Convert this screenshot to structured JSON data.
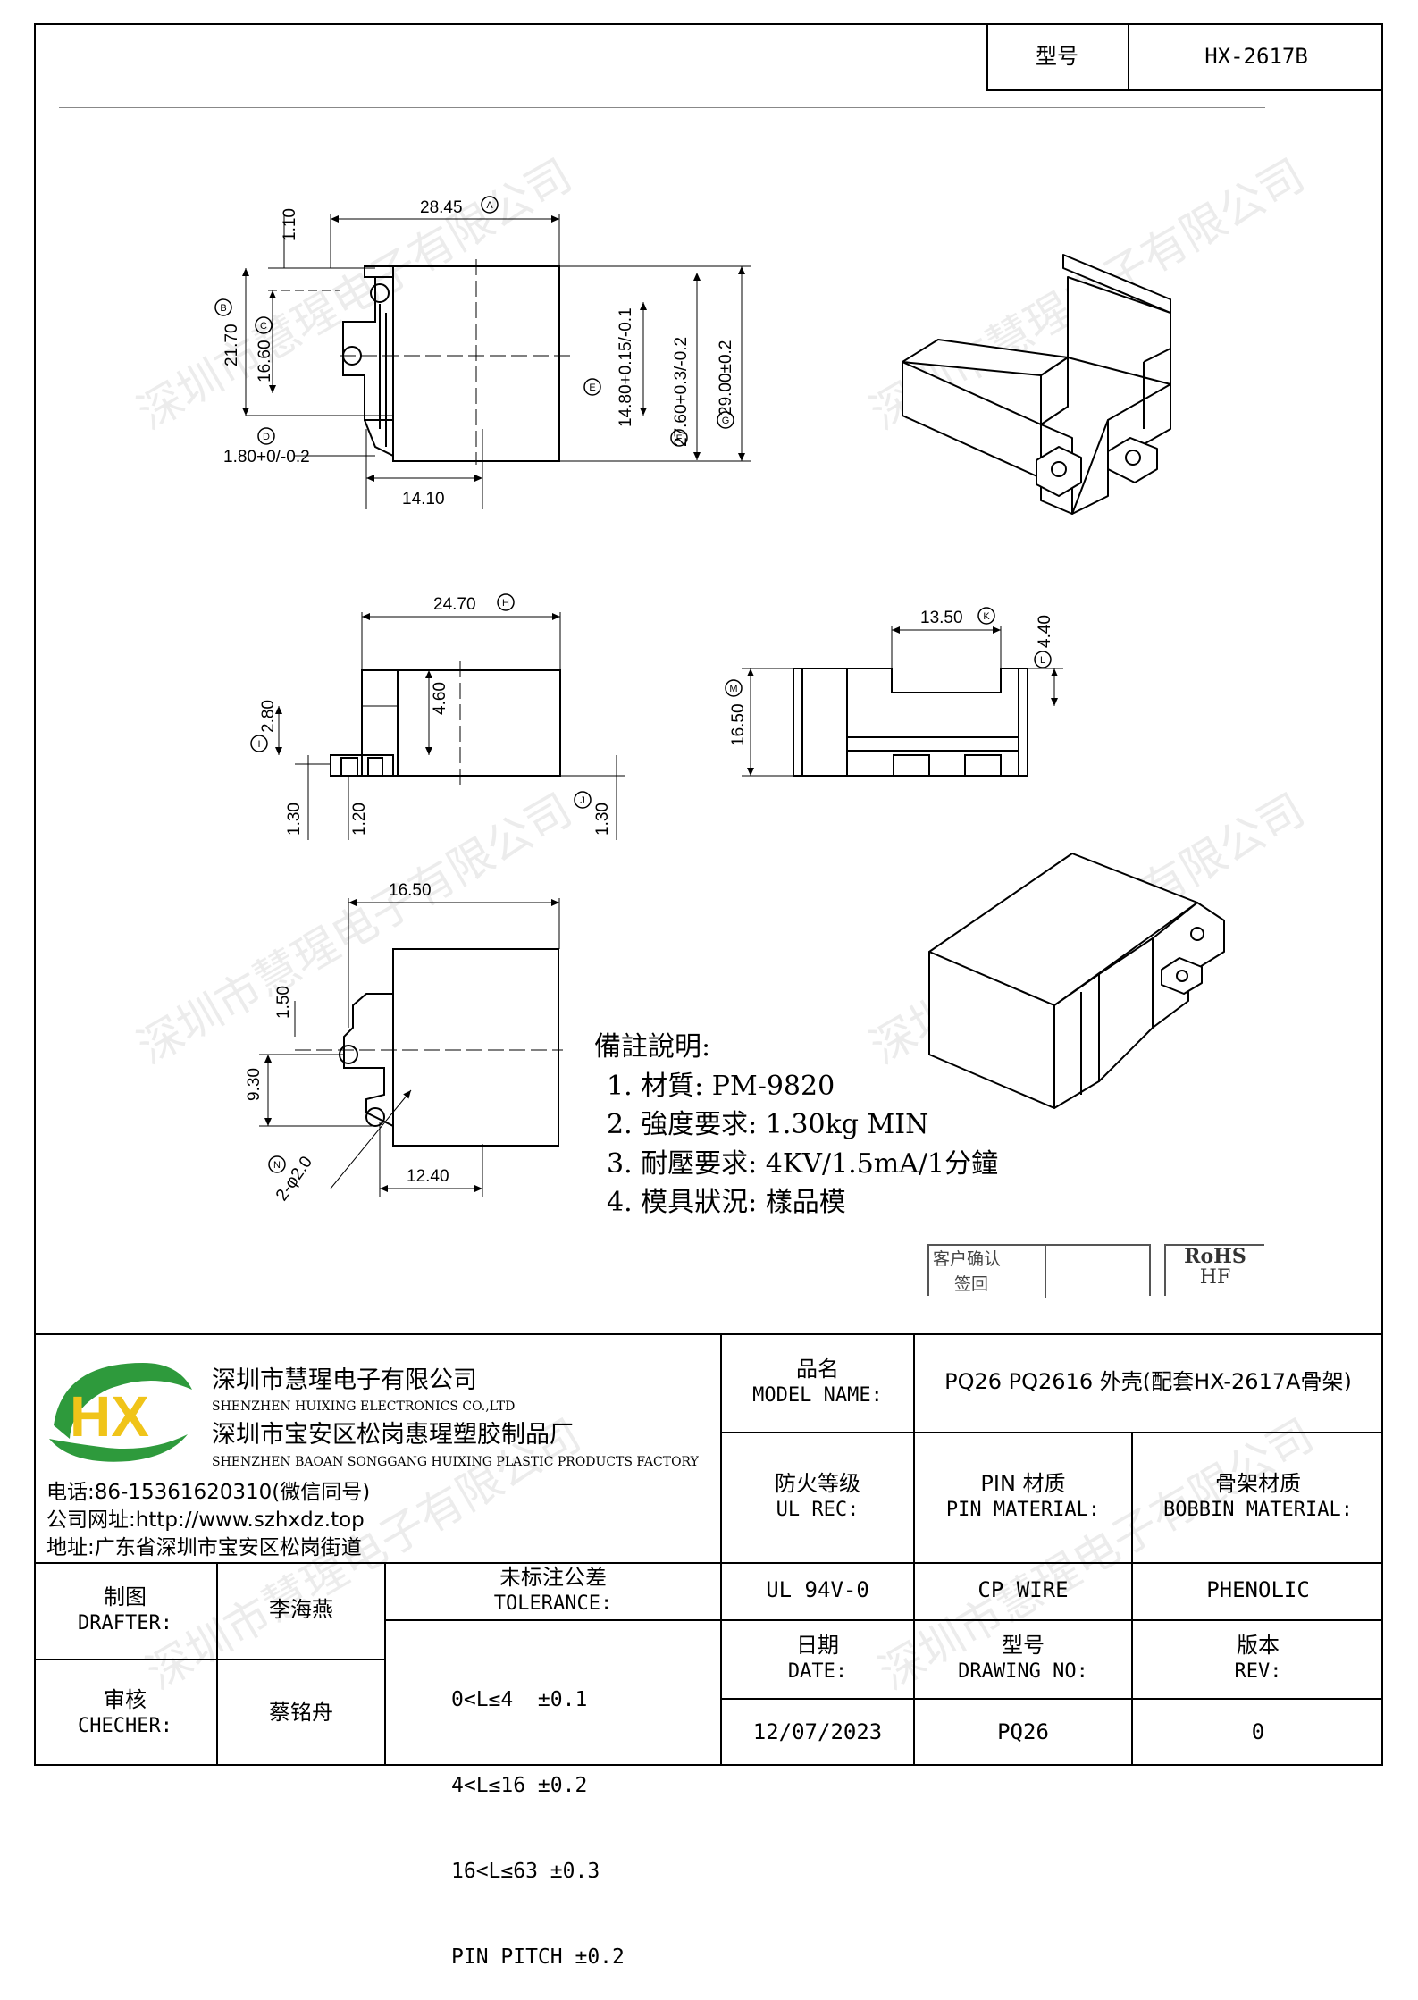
{
  "header": {
    "model_label": "型号",
    "model_value": "HX-2617B"
  },
  "drawing": {
    "dims": {
      "d1": "28.45",
      "d2": "1.10",
      "d3": "21.70",
      "d4": "16.60",
      "d5": "14.80+0.15/-0.1",
      "d6": "27.60+0.3/-0.2",
      "d7": "29.00±0.2",
      "d8": "1.80+0/-0.2",
      "d9": "14.10",
      "d10": "24.70",
      "d11": "2.80",
      "d12": "4.60",
      "d13": "1.30",
      "d14": "1.20",
      "d15": "1.30",
      "d16": "13.50",
      "d17": "4.40",
      "d18": "16.50",
      "d19": "16.50",
      "d20": "1.50",
      "d21": "9.30",
      "d22": "2-φ2.0",
      "d23": "12.40"
    },
    "circled": {
      "a": "A",
      "b": "B",
      "c": "C",
      "d": "D",
      "e": "E",
      "f": "F",
      "g": "G",
      "h": "H",
      "i": "I",
      "j": "J",
      "k": "K",
      "l": "L",
      "m": "M",
      "n": "N"
    }
  },
  "notes": {
    "title": "備註說明:",
    "items": [
      "1. 材質: PM-9820",
      "2. 強度要求: 1.30kg MIN",
      "3. 耐壓要求: 4KV/1.5mA/1分鐘",
      "4. 模具狀況: 樣品模"
    ]
  },
  "stamps": {
    "customer_line1": "客户确认",
    "customer_line2": "签回",
    "rohs_line1": "RoHS",
    "rohs_line2": "HF"
  },
  "watermark": "深圳市慧瑆电子有限公司",
  "company": {
    "logo_letters": "HX",
    "name_cn": "深圳市慧瑆电子有限公司",
    "name_en": "SHENZHEN HUIXING ELECTRONICS CO.,LTD",
    "factory_cn": "深圳市宝安区松岗惠瑆塑胶制品厂",
    "factory_en": "SHENZHEN BAOAN SONGGANG HUIXING PLASTIC PRODUCTS FACTORY",
    "phone": "电话:86-15361620310(微信同号)",
    "website": "公司网址:http://www.szhxdz.top",
    "address": "地址:广东省深圳市宝安区松岗街道"
  },
  "titleblock": {
    "model_name_label_cn": "品名",
    "model_name_label_en": "MODEL NAME:",
    "model_name_value": "PQ26 PQ2616 外壳(配套HX-2617A骨架)",
    "ul_label_cn": "防火等级",
    "ul_label_en": "UL REC:",
    "pin_label_cn": "PIN 材质",
    "pin_label_en": "PIN MATERIAL:",
    "bobbin_label_cn": "骨架材质",
    "bobbin_label_en": "BOBBIN MATERIAL:",
    "ul_value": "UL 94V-0",
    "pin_value": "CP WIRE",
    "bobbin_value": "PHENOLIC",
    "drafter_label_cn": "制图",
    "drafter_label_en": "DRAFTER:",
    "drafter_value": "李海燕",
    "checker_label_cn": "审核",
    "checker_label_en": "CHECHER:",
    "checker_value": "蔡铭舟",
    "tolerance_label_cn": "未标注公差",
    "tolerance_label_en": "TOLERANCE:",
    "tolerance_lines": [
      "0<L≤4  ±0.1",
      "4<L≤16 ±0.2",
      "16<L≤63 ±0.3",
      "PIN PITCH ±0.2"
    ],
    "date_label_cn": "日期",
    "date_label_en": "DATE:",
    "date_value": "12/07/2023",
    "drawing_label_cn": "型号",
    "drawing_label_en": "DRAWING NO:",
    "drawing_value": "PQ26",
    "rev_label_cn": "版本",
    "rev_label_en": "REV:",
    "rev_value": "0"
  },
  "colors": {
    "logo_green": "#2e9a3c",
    "logo_yellow": "#f0c419"
  }
}
